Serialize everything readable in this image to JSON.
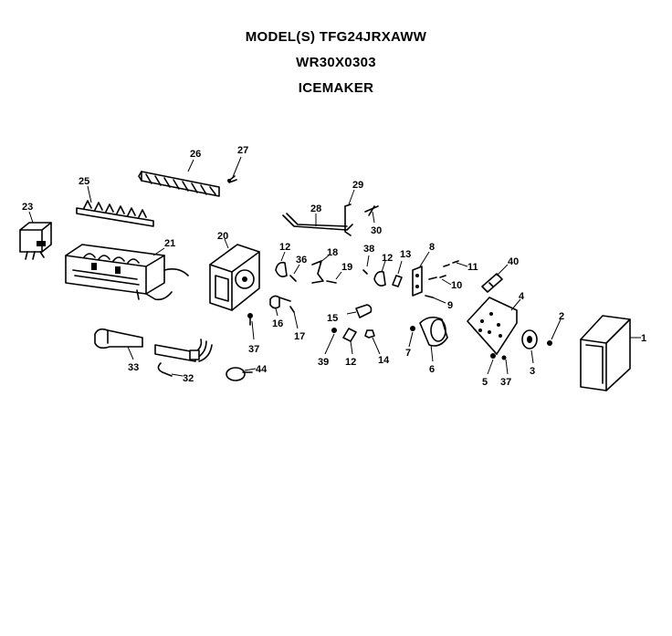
{
  "header": {
    "model_line": "MODEL(S) TFG24JRXAWW",
    "part_number": "WR30X0303",
    "assembly_name": "ICEMAKER"
  },
  "callouts": {
    "c1": "1",
    "c2": "2",
    "c3": "3",
    "c4": "4",
    "c5": "5",
    "c6": "6",
    "c7": "7",
    "c8": "8",
    "c9": "9",
    "c10": "10",
    "c11": "11",
    "c12a": "12",
    "c12b": "12",
    "c12c": "12",
    "c13": "13",
    "c14": "14",
    "c15": "15",
    "c16": "16",
    "c17": "17",
    "c18": "18",
    "c19": "19",
    "c20": "20",
    "c21": "21",
    "c23": "23",
    "c25": "25",
    "c26": "26",
    "c27": "27",
    "c28": "28",
    "c29": "29",
    "c30": "30",
    "c32": "32",
    "c33": "33",
    "c36": "36",
    "c37a": "37",
    "c37b": "37",
    "c38": "38",
    "c39": "39",
    "c40": "40",
    "c44": "44"
  }
}
